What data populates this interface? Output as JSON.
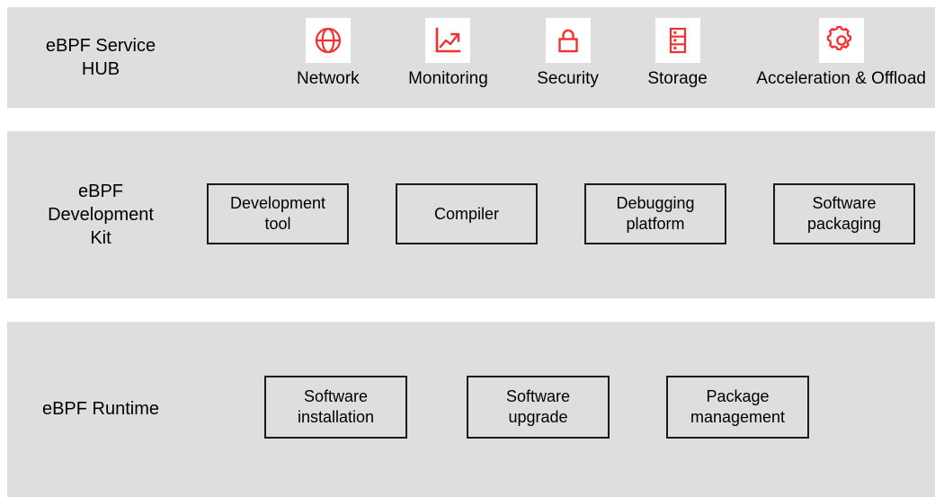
{
  "colors": {
    "band_background": "#dededf",
    "icon_red": "#f4312f",
    "box_border": "#1a1a1a",
    "tile_background": "#ffffff",
    "text": "#000000",
    "page_background": "#ffffff"
  },
  "layers": {
    "hub": {
      "title": "eBPF Service\nHUB",
      "services": [
        {
          "label": "Network",
          "icon": "globe-icon"
        },
        {
          "label": "Monitoring",
          "icon": "line-chart-icon"
        },
        {
          "label": "Security",
          "icon": "lock-icon"
        },
        {
          "label": "Storage",
          "icon": "server-rack-icon"
        },
        {
          "label": "Acceleration & Offload",
          "icon": "gear-icon"
        }
      ]
    },
    "sdk": {
      "title": "eBPF\nDevelopment\nKit",
      "components": [
        {
          "label": "Development\ntool"
        },
        {
          "label": "Compiler"
        },
        {
          "label": "Debugging\nplatform"
        },
        {
          "label": "Software\npackaging"
        }
      ]
    },
    "runtime": {
      "title": "eBPF Runtime",
      "components": [
        {
          "label": "Software\ninstallation"
        },
        {
          "label": "Software\nupgrade"
        },
        {
          "label": "Package\nmanagement"
        }
      ]
    }
  }
}
